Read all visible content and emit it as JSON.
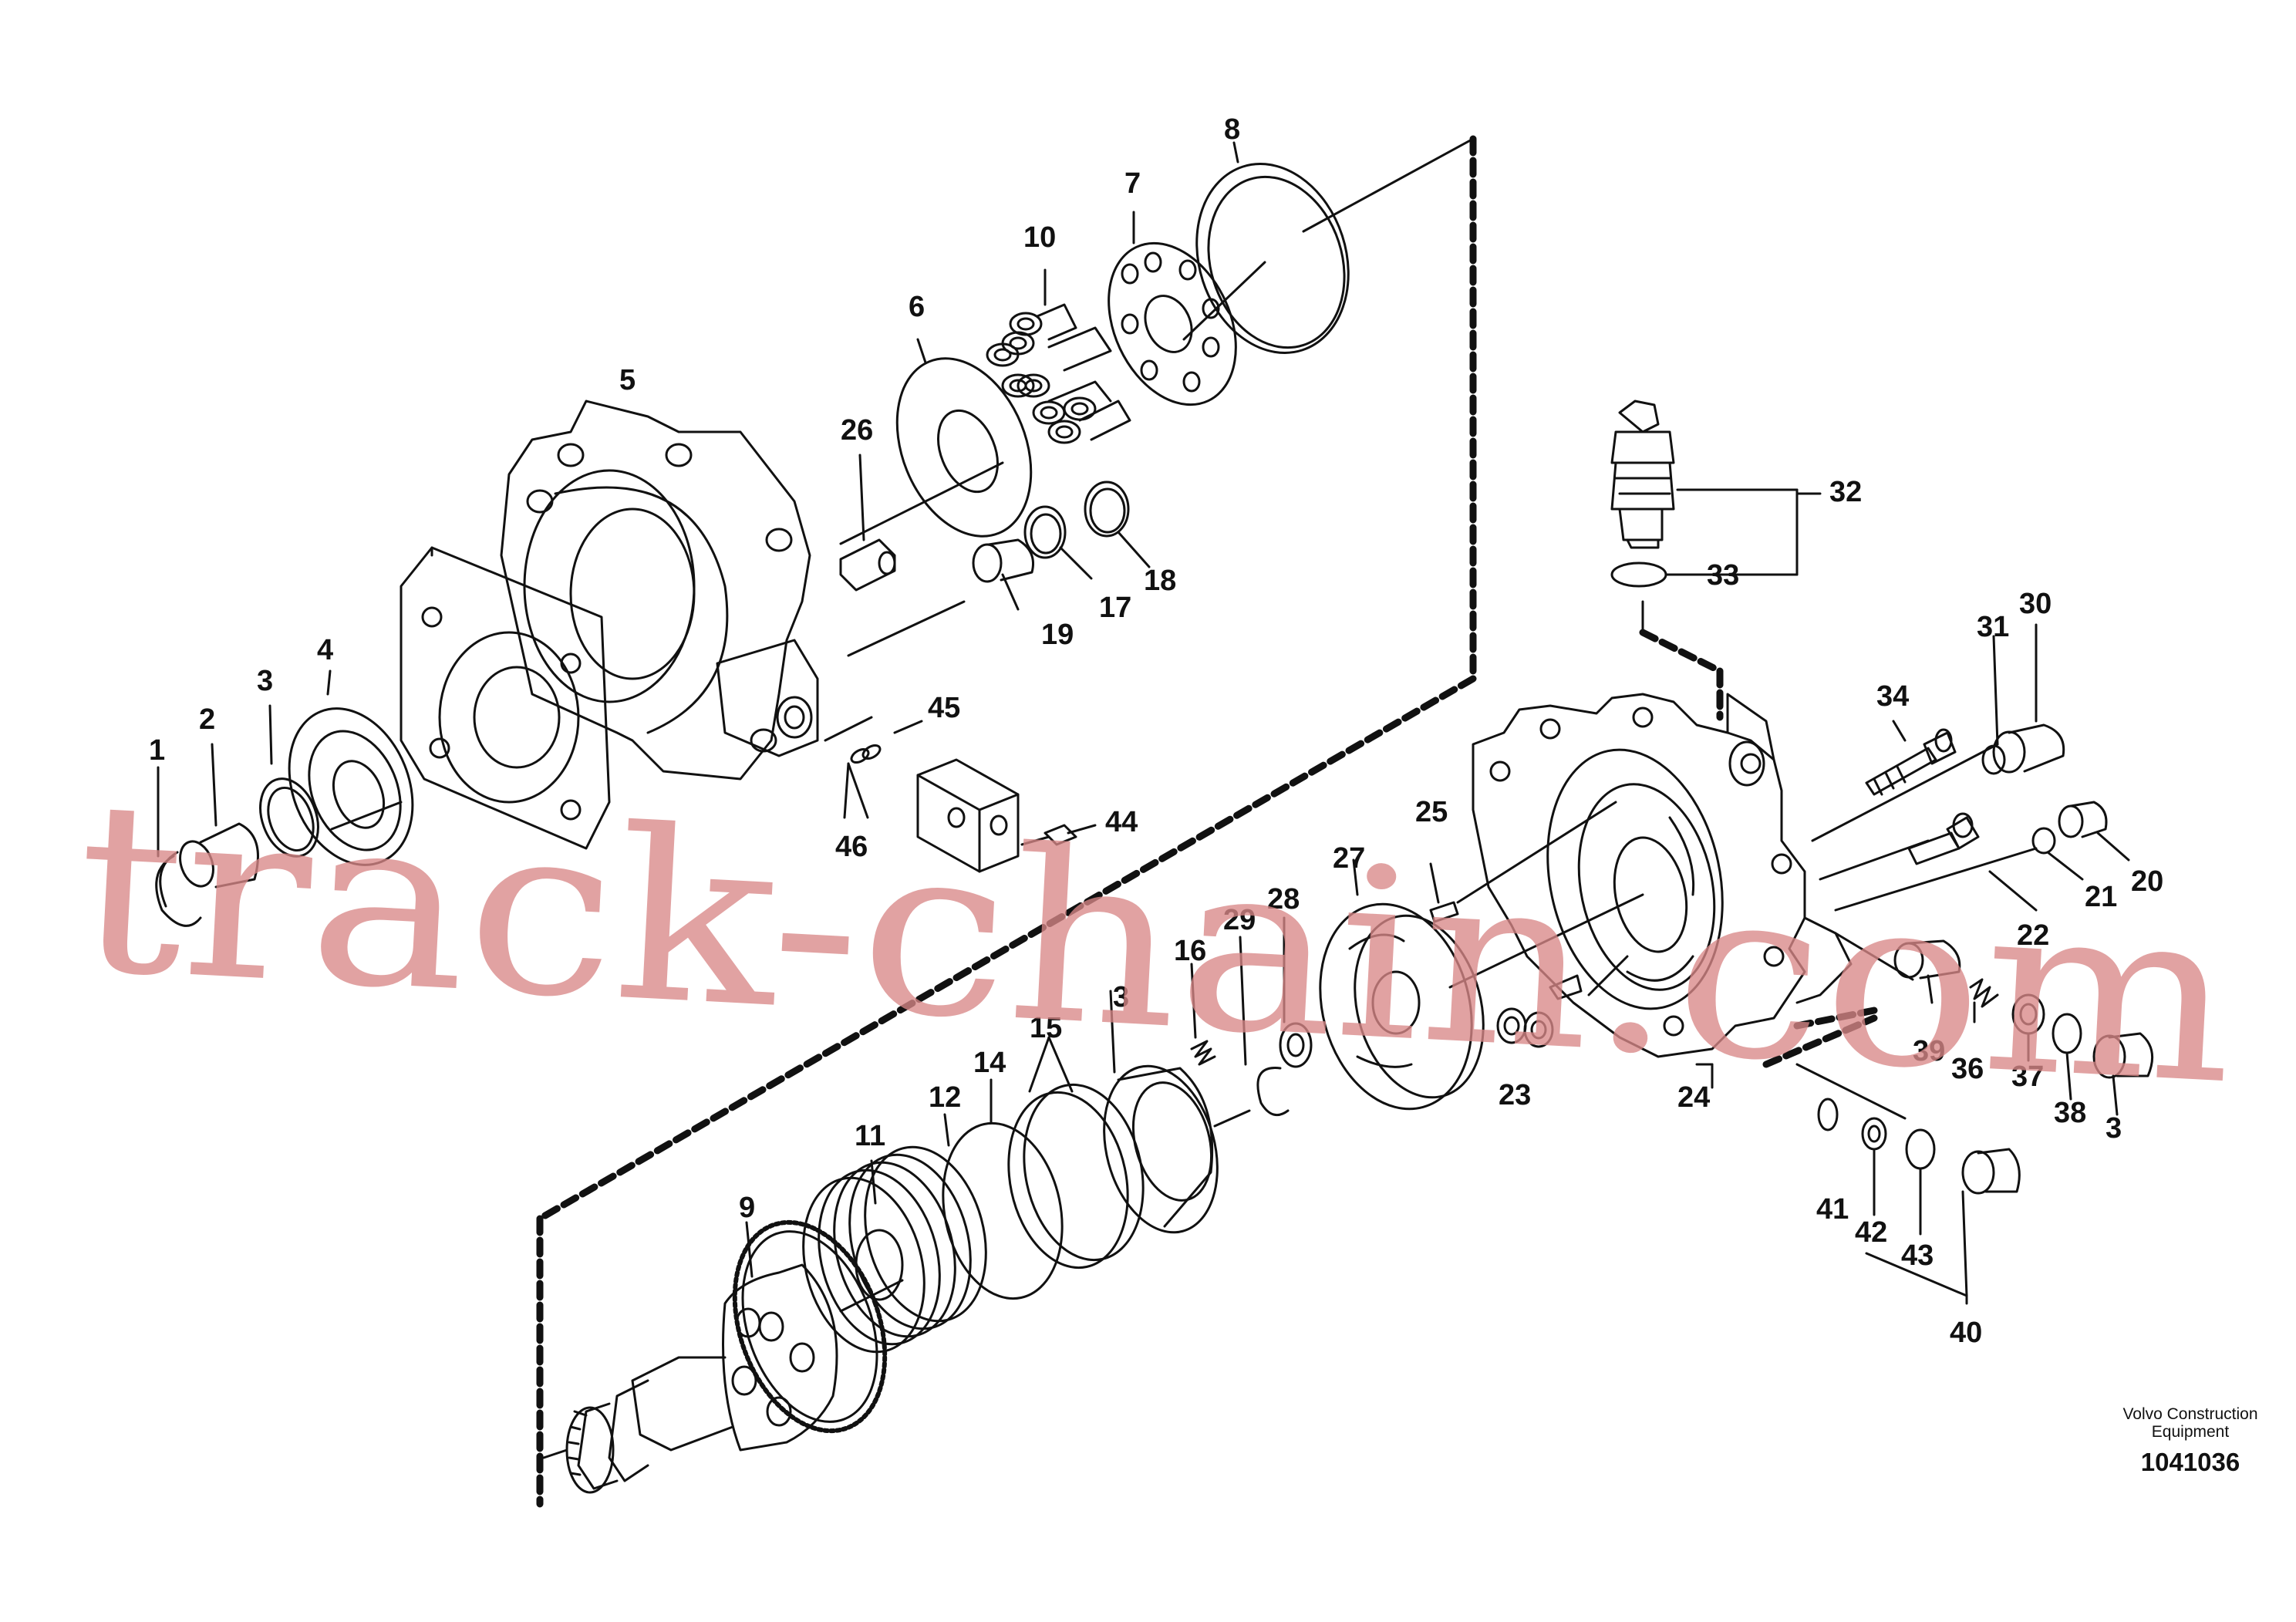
{
  "part_labels": [
    "1",
    "2",
    "3",
    "4",
    "5",
    "6",
    "7",
    "8",
    "9",
    "10",
    "11",
    "12",
    "14",
    "15",
    "16",
    "17",
    "18",
    "19",
    "20",
    "21",
    "22",
    "23",
    "24",
    "25",
    "26",
    "27",
    "28",
    "29",
    "30",
    "31",
    "32",
    "33",
    "34",
    "36",
    "37",
    "38",
    "39",
    "40",
    "41",
    "42",
    "43",
    "44",
    "45",
    "46"
  ],
  "partial_labels": [
    "3",
    "3"
  ],
  "publisher": {
    "line1": "Volvo Construction",
    "line2": "Equipment",
    "document_number": "1041036"
  },
  "watermark": "track-chain.com",
  "colors": {
    "linework": "#111111",
    "watermark": "#d98888",
    "background": "#ffffff"
  }
}
